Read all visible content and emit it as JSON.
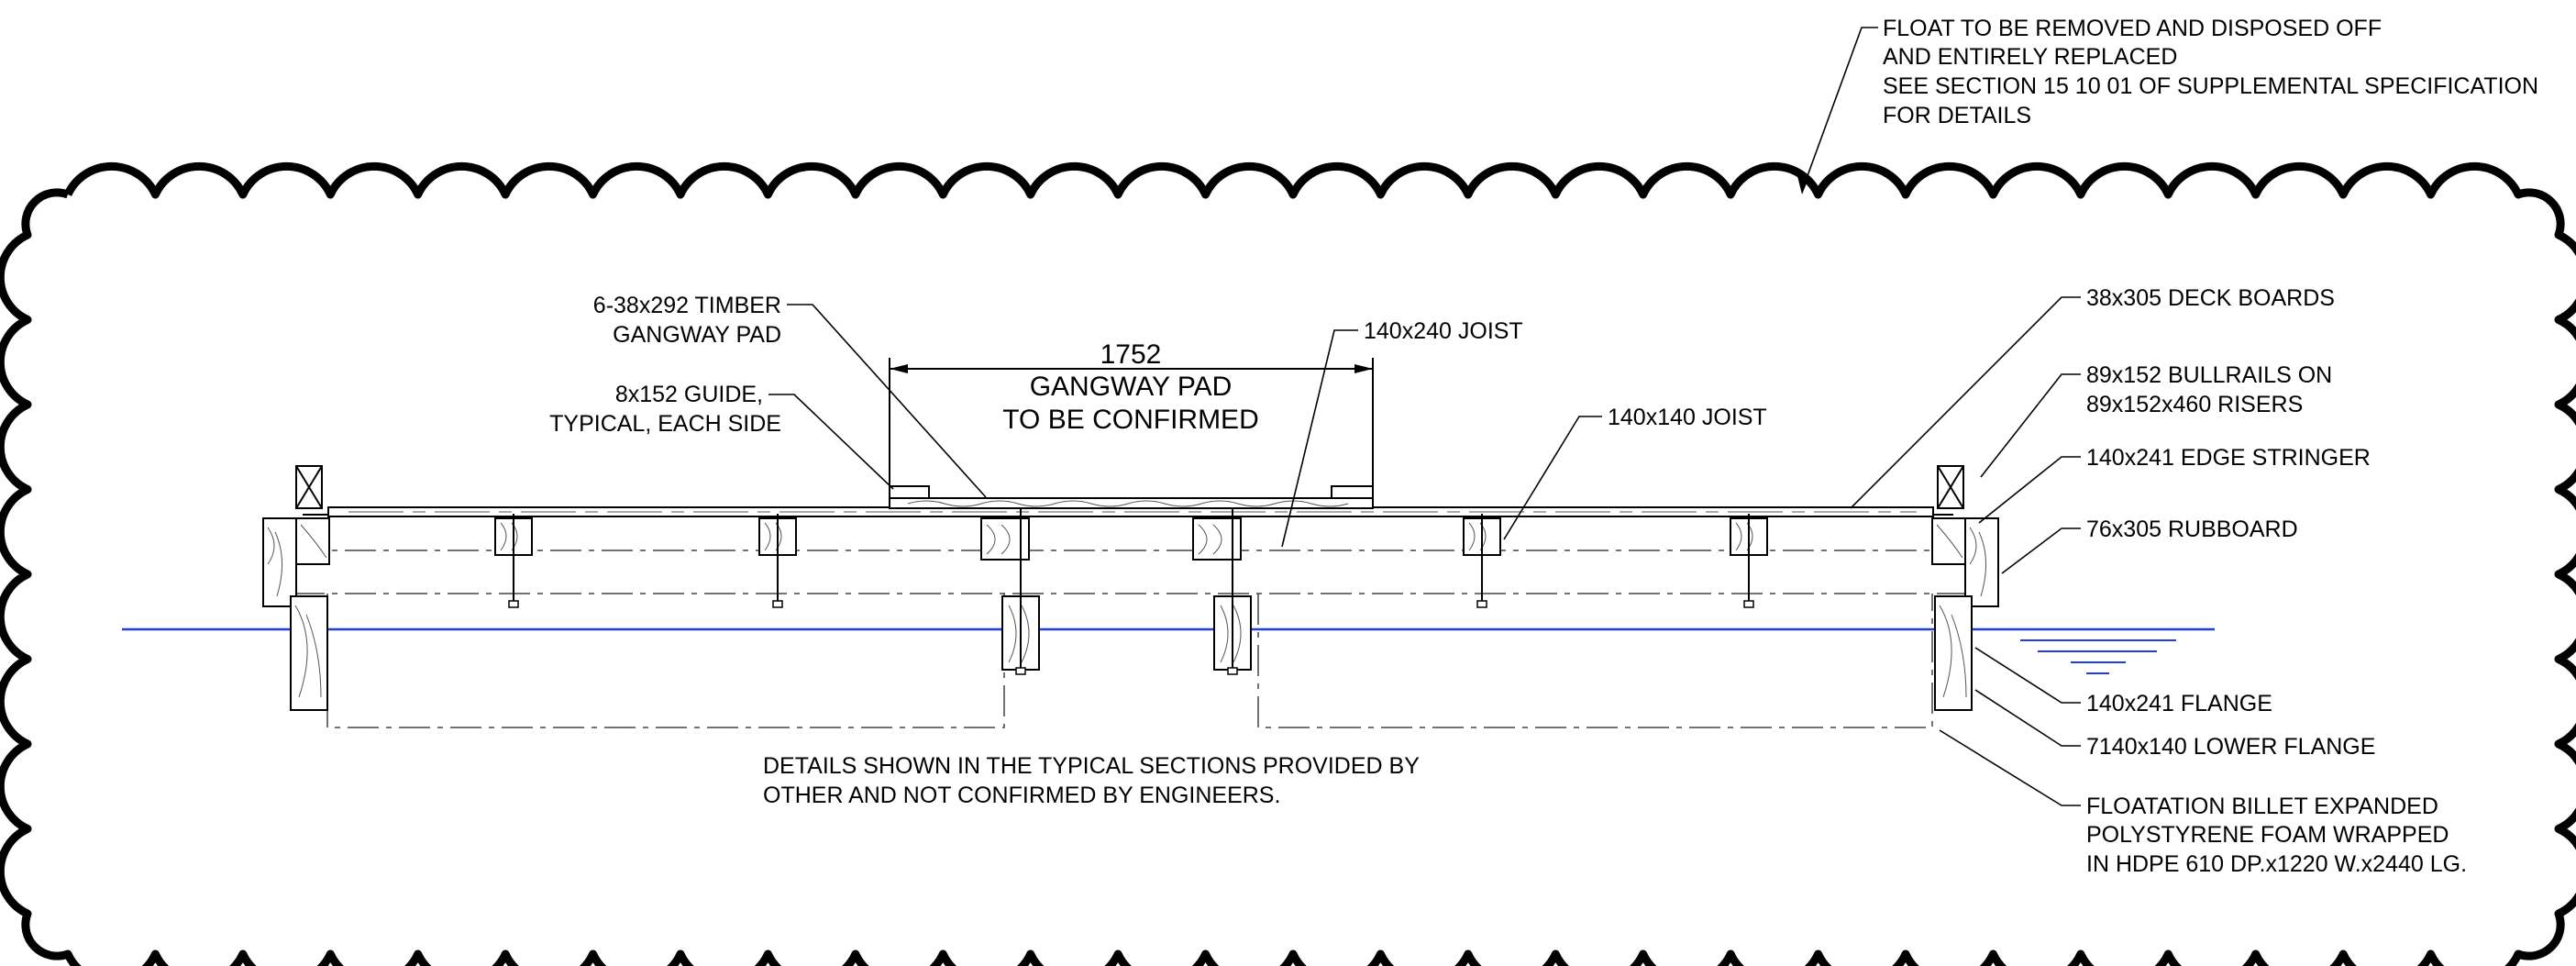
{
  "colors": {
    "line": "#000000",
    "water": "#1f3ee8",
    "centerline": "#444444"
  },
  "revision_note": {
    "lines": [
      "FLOAT TO BE REMOVED AND DISPOSED OFF",
      "AND ENTIRELY REPLACED",
      "SEE SECTION 15 10 01 OF SUPPLEMENTAL SPECIFICATION",
      "FOR DETAILS"
    ]
  },
  "callouts": {
    "timber_pad": [
      "6-38x292 TIMBER",
      "GANGWAY PAD"
    ],
    "guide": [
      "8x152 GUIDE,",
      "TYPICAL, EACH SIDE"
    ],
    "joist_240": "140x240 JOIST",
    "joist_140": "140x140 JOIST",
    "deck_boards": "38x305 DECK BOARDS",
    "bullrails": [
      "89x152 BULLRAILS ON",
      "89x152x460 RISERS"
    ],
    "edge_stringer": "140x241 EDGE STRINGER",
    "rubboard": "76x305 RUBBOARD",
    "flange": "140x241 FLANGE",
    "lower_flange": "7140x140 LOWER FLANGE",
    "billet": [
      "FLOATATION BILLET EXPANDED",
      "POLYSTYRENE FOAM WRAPPED",
      "IN HDPE 610 DP.x1220 W.x2440 LG."
    ]
  },
  "dimension": {
    "value": "1752",
    "label": [
      "GANGWAY PAD",
      "TO BE CONFIRMED"
    ]
  },
  "note": [
    "DETAILS SHOWN IN THE TYPICAL SECTIONS PROVIDED BY",
    "OTHER AND NOT CONFIRMED BY ENGINEERS."
  ]
}
